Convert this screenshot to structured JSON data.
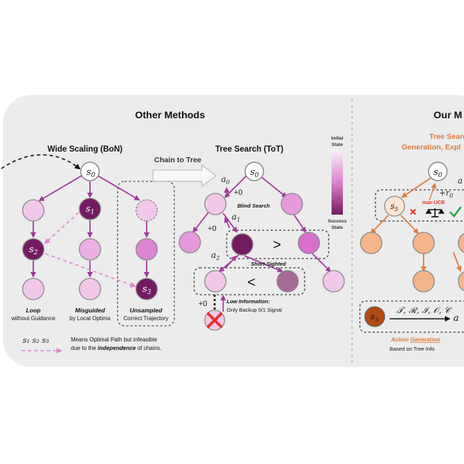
{
  "colors": {
    "purple": "#a2379c",
    "orange": "#e07b3a",
    "light_node": "#f2c8ea",
    "mid_node": "#dd84d2",
    "dark_node": "#751a61",
    "panel_bg": "#ececec"
  },
  "headers": {
    "other_methods": "Other Methods",
    "our_methods": "Our M"
  },
  "bon": {
    "title": "Wide Scaling (BoN)",
    "root": "s",
    "root_sub": "0",
    "s1": "s",
    "s1_sub": "1",
    "s2": "s",
    "s2_sub": "2",
    "s3": "s",
    "s3_sub": "3",
    "loop_title": "Loop",
    "loop_sub": "without Guidance",
    "misguided_title": "Misguided",
    "misguided_sub": "by Local Optima",
    "unsampled_title": "Unsampled",
    "unsampled_sub": "Correct Trajectory",
    "legend_symbols": "s₁  s₂  s₃",
    "legend_line1": "Means Optimal Path but infeasible",
    "legend_line2_pre": "due to the ",
    "legend_line2_em": "independence",
    "legend_line2_post": " of chains."
  },
  "arrow_label": "Chain to Tree",
  "tot": {
    "title": "Tree Search (ToT)",
    "root": "s",
    "root_sub": "0",
    "a0": "a",
    "a0_sub": "0",
    "plus0_a": "+0",
    "blind_search": "Blind Search",
    "a1": "a",
    "a1_sub": "1",
    "plus0_b": "+0",
    "a2": "a",
    "a2_sub": "2",
    "gt": ">",
    "short_sighted": "Short-Sighted",
    "lt": "<",
    "plus0_c": "+0",
    "low_info_title": "Low Information",
    "low_info_sub": "Only Backup 0/1 Signal"
  },
  "legend_bar": {
    "top_line1": "Initial",
    "top_line2": "State",
    "bottom_line1": "Success",
    "bottom_line2": "State"
  },
  "ours": {
    "title_line1": "Tree Searc",
    "title_line2": "Generation, Expl",
    "root": "s",
    "root_sub": "0",
    "a_partial": "a",
    "r0": "+r",
    "r0_sub": "0",
    "s5": "s",
    "s5_sub": "5",
    "max_ucb": "max-UCB",
    "s3": "s",
    "s3_sub": "3",
    "formula": "𝒯, ℛ, ℐ, 𝒪, 𝒞",
    "formula_tail": "a",
    "action_gen_pre": "Action ",
    "action_gen_em": "Generation",
    "based_on": "Based on Tree Info"
  }
}
